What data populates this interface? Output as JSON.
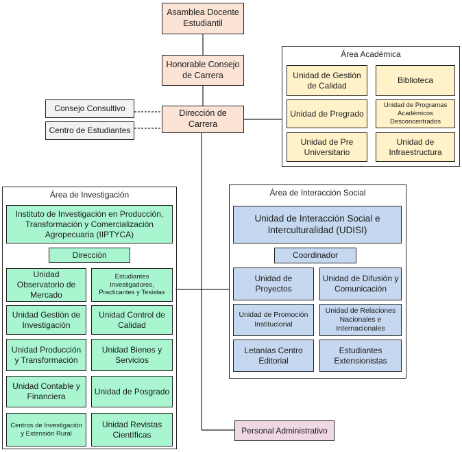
{
  "top": {
    "asamblea": "Asamblea Docente Estudiantil",
    "consejo": "Honorable Consejo de Carrera",
    "direccion": "Dirección de Carrera",
    "consultivo": "Consejo Consultivo",
    "centro_estudiantes": "Centro de Estudiantes",
    "personal": "Personal Administrativo"
  },
  "academica": {
    "title": "Área Académica",
    "units": [
      "Unidad de Gestión de Calidad",
      "Biblioteca",
      "Unidad de Pregrado",
      "Unidad de Programas Académicos Desconcentrados",
      "Unidad de Pre Universitario",
      "Unidad de Infraestructura"
    ]
  },
  "investigacion": {
    "title": "Área de Investigación",
    "instituto": "Instituto de Investigación en Producción, Transformación y Comercialización Agropecuaria (IIPTYCA)",
    "direccion": "Dirección",
    "units": [
      "Unidad Observatorio de Mercado",
      "Estudiantes Investigadores, Practicantes y Tesistas",
      "Unidad Gestión de Investigación",
      "Unidad Control de Calidad",
      "Unidad Producción y Transformación",
      "Unidad Bienes y Servicios",
      "Unidad Contable y Financiera",
      "Unidad de Posgrado",
      "Centros de Investigación y Extensión Rural",
      "Unidad Revistas Científicas"
    ]
  },
  "interaccion": {
    "title": "Área de Interacción Social",
    "udisi": "Unidad de Interacción Social e Interculturalidad (UDISI)",
    "coordinador": "Coordinador",
    "units": [
      "Unidad de Proyectos",
      "Unidad de Difusión y Comunicación",
      "Unidad de Promoción Institucional",
      "Unidad de Relaciones Nacionales e Internacionales",
      "Letanías Centro Editorial",
      "Estudiantes Extensionistas"
    ]
  }
}
